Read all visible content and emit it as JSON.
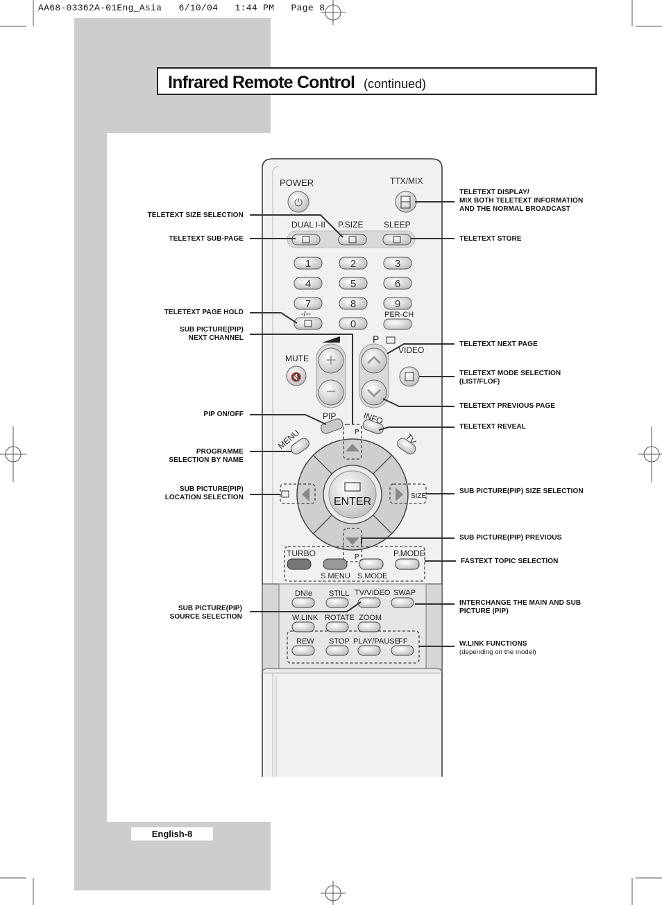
{
  "print_header": "AA68-03362A-01Eng_Asia   6/10/04   1:44 PM   Page 8",
  "title": {
    "main": "Infrared Remote Control",
    "sub": "(continued)"
  },
  "footer": {
    "page_label": "English-8"
  },
  "remote": {
    "power": "POWER",
    "ttx_mix": "TTX/MIX",
    "dual": "DUAL I-II",
    "psize": "P.SIZE",
    "sleep": "SLEEP",
    "digits": [
      "1",
      "2",
      "3",
      "4",
      "5",
      "6",
      "7",
      "8",
      "9",
      "0"
    ],
    "dash": "-/--",
    "perch": "PER-CH",
    "p_label": "P",
    "video": "VIDEO",
    "mute": "MUTE",
    "pip": "PIP",
    "info": "INFO",
    "menu": "MENU",
    "tv": "TV",
    "enter": "ENTER",
    "size": "SIZE",
    "p_up": "P",
    "p_down": "P",
    "turbo": "TURBO",
    "pmode": "P.MODE",
    "smenu": "S.MENU",
    "smode": "S.MODE",
    "dnie": "DNIe",
    "still": "STILL",
    "tvvideo": "TV/VIDEO",
    "swap": "SWAP",
    "wlink": "W.LINK",
    "rotate": "ROTATE",
    "zoom": "ZOOM",
    "rew": "REW",
    "stop": "STOP",
    "playpause": "PLAY/PAUSE",
    "ff": "FF"
  },
  "labels_left": [
    "TELETEXT SIZE SELECTION",
    "TELETEXT SUB-PAGE",
    "TELETEXT PAGE HOLD",
    [
      "SUB PICTURE(PIP)",
      "NEXT CHANNEL"
    ],
    "PIP ON/OFF",
    [
      "PROGRAMME",
      "SELECTION BY NAME"
    ],
    [
      "SUB PICTURE(PIP)",
      "LOCATION SELECTION"
    ],
    [
      "SUB PICTURE(PIP)",
      "SOURCE SELECTION"
    ]
  ],
  "labels_right": [
    [
      "TELETEXT DISPLAY/",
      "MIX BOTH TELETEXT INFORMATION",
      "AND THE NORMAL BROADCAST"
    ],
    "TELETEXT STORE",
    "TELETEXT NEXT PAGE",
    [
      "TELETEXT MODE SELECTION",
      "(LIST/FLOF)"
    ],
    "TELETEXT PREVIOUS PAGE",
    "TELETEXT REVEAL",
    "SUB PICTURE(PIP) SIZE SELECTION",
    "SUB PICTURE(PIP) PREVIOUS",
    "FASTEXT TOPIC SELECTION",
    [
      "INTERCHANGE THE MAIN AND SUB",
      "PICTURE (PIP)"
    ],
    [
      "W.LINK FUNCTIONS",
      "(depending on the model)"
    ]
  ]
}
